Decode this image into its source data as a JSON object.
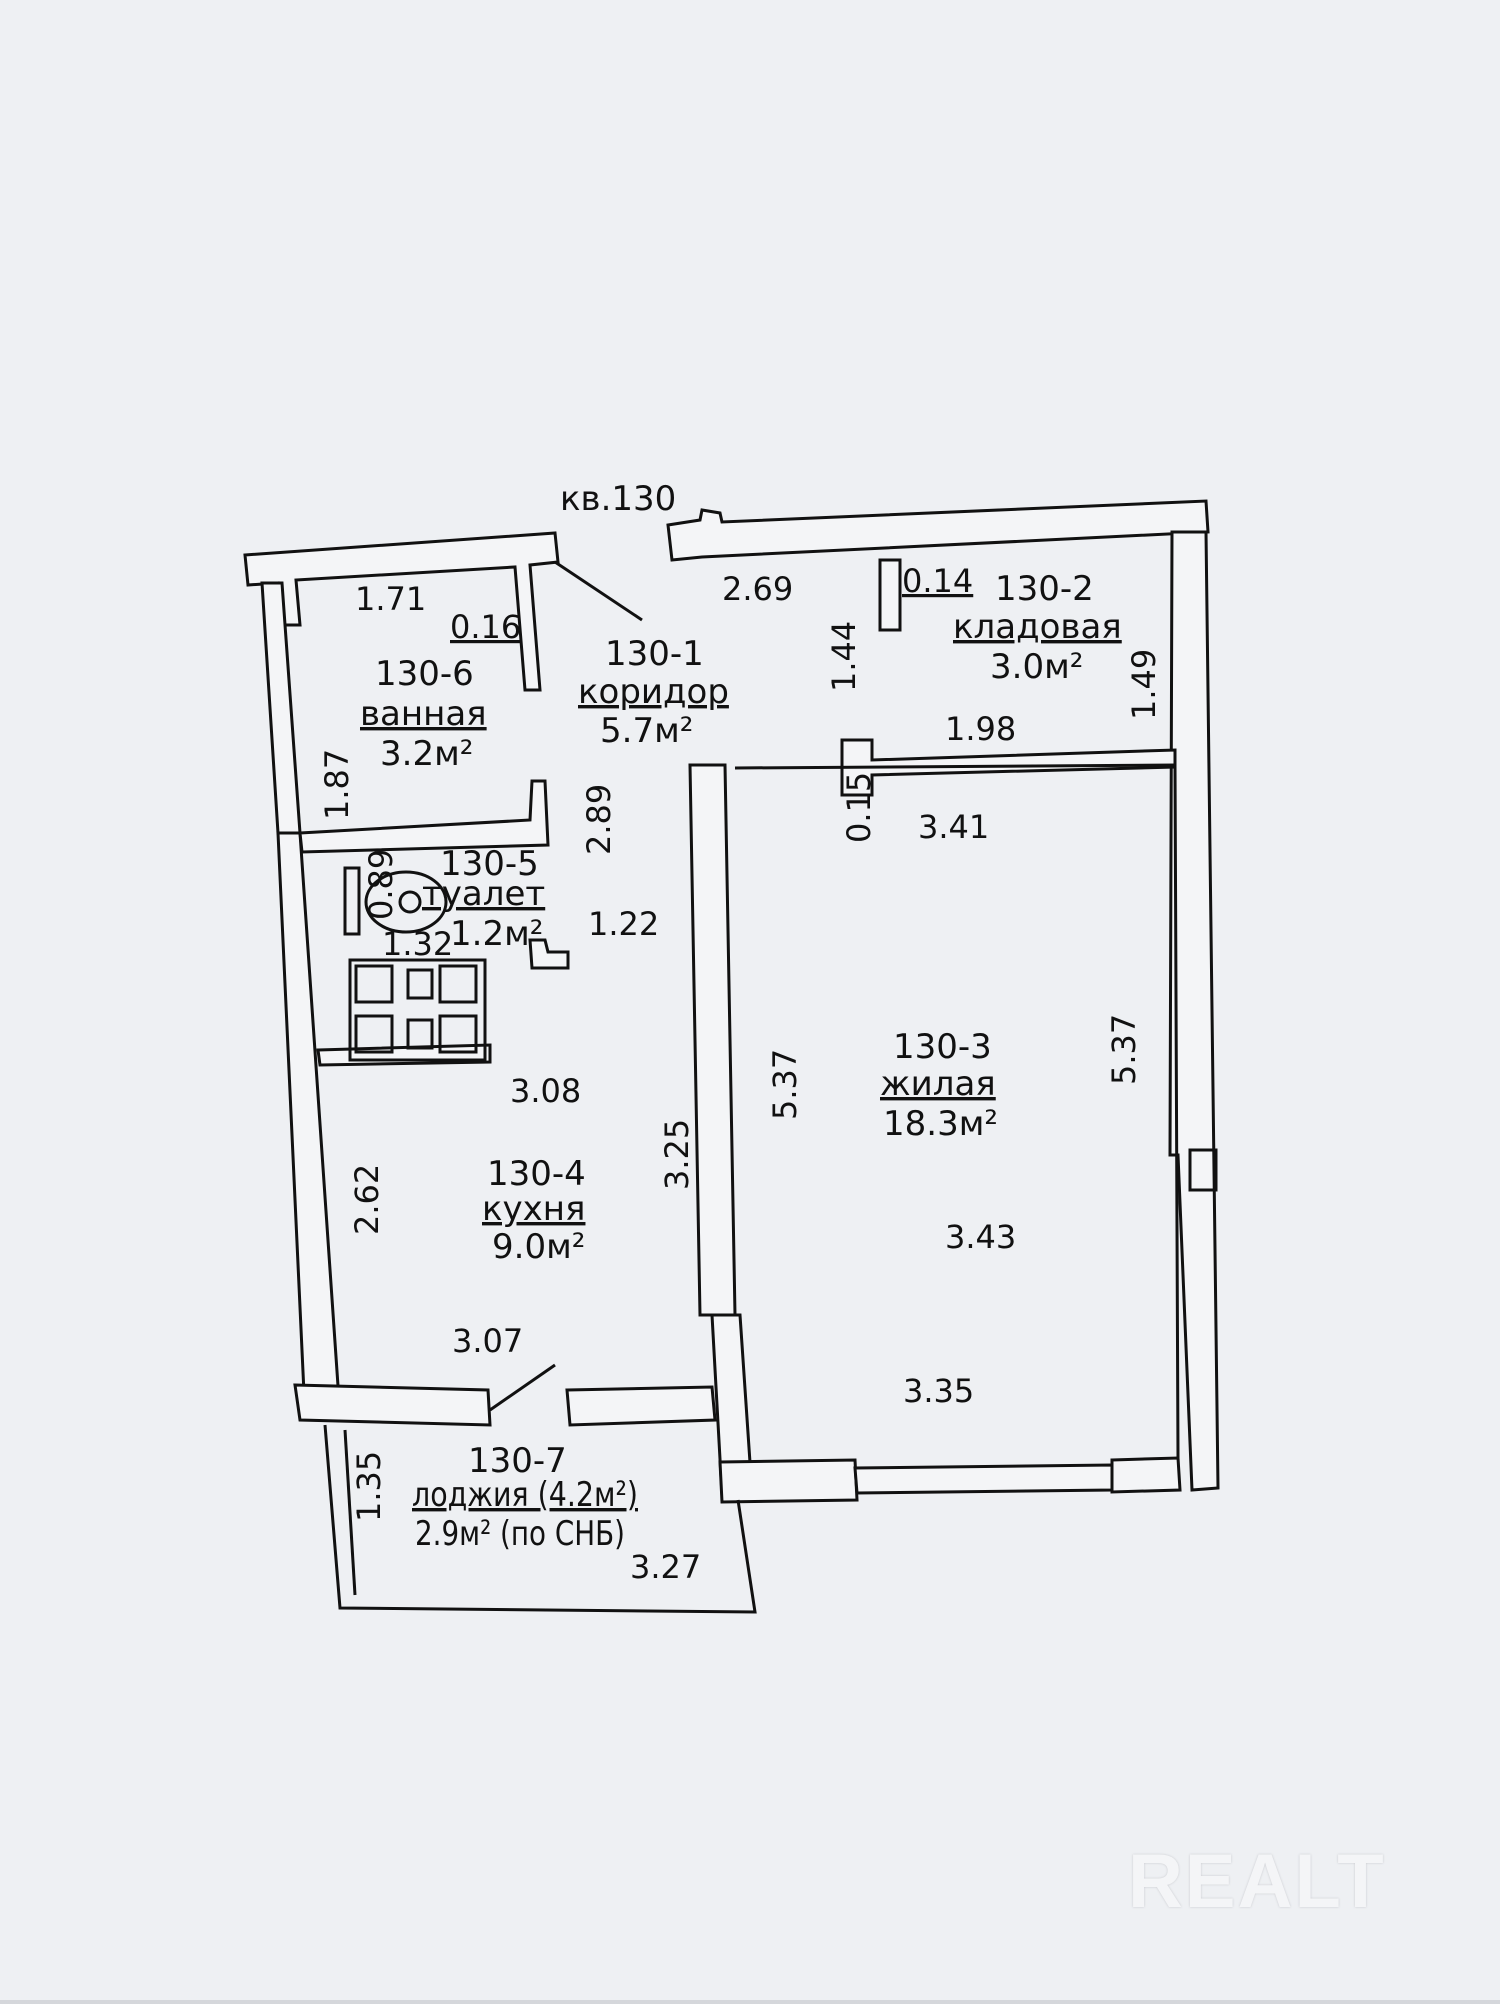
{
  "apartment": {
    "label": "кв.130"
  },
  "rooms": {
    "corridor": {
      "id": "130-1",
      "name": "коридор",
      "area": "5.7м²"
    },
    "storage": {
      "id": "130-2",
      "name": "кладовая",
      "area": "3.0м²"
    },
    "living": {
      "id": "130-3",
      "name": "жилая",
      "area": "18.3м²"
    },
    "kitchen": {
      "id": "130-4",
      "name": "кухня",
      "area": "9.0м²"
    },
    "toilet": {
      "id": "130-5",
      "name": "туалет",
      "area": "1.2м²"
    },
    "bathroom": {
      "id": "130-6",
      "name": "ванная",
      "area": "3.2м²"
    },
    "loggia": {
      "id": "130-7",
      "name": "лоджия (4.2м²)",
      "area": "2.9м² (по СНБ)"
    }
  },
  "dimensions": {
    "d171": "1.71",
    "d016": "0.16",
    "d187": "1.87",
    "d269": "2.69",
    "d014": "0.14",
    "d144": "1.44",
    "d149": "1.49",
    "d198": "1.98",
    "d015": "0.15",
    "d341": "3.41",
    "d289": "2.89",
    "d089": "0.89",
    "d132": "1.32",
    "d122": "1.22",
    "d537a": "5.37",
    "d537b": "5.37",
    "d308": "3.08",
    "d325": "3.25",
    "d262": "2.62",
    "d343": "3.43",
    "d307": "3.07",
    "d335": "3.35",
    "d135": "1.35",
    "d327": "3.27"
  },
  "watermark": {
    "text": "REALT"
  },
  "colors": {
    "paper": "#eef0f3",
    "ink": "#111111",
    "background": "#d5d7db"
  }
}
